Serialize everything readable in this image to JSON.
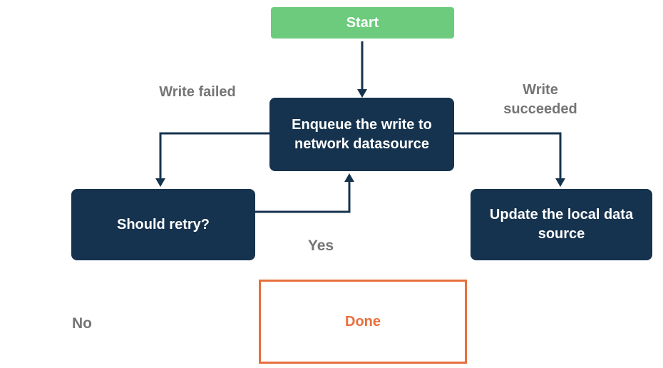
{
  "diagram": {
    "type": "flowchart",
    "nodes": {
      "start": {
        "label": "Start"
      },
      "enqueue": {
        "label": "Enqueue the write to network datasource"
      },
      "should_retry": {
        "label": "Should retry?"
      },
      "update_local": {
        "label": "Update the local data source"
      },
      "done": {
        "label": "Done"
      }
    },
    "edge_labels": {
      "write_failed": "Write failed",
      "write_succeeded": "Write succeeded",
      "yes": "Yes",
      "no": "No"
    },
    "colors": {
      "start_bg": "#6ccb7c",
      "node_bg": "#15334e",
      "node_text": "#ffffff",
      "connector": "#15334e",
      "label_gray": "#757575",
      "done_accent": "#e76f3c",
      "background": "#ffffff"
    }
  }
}
